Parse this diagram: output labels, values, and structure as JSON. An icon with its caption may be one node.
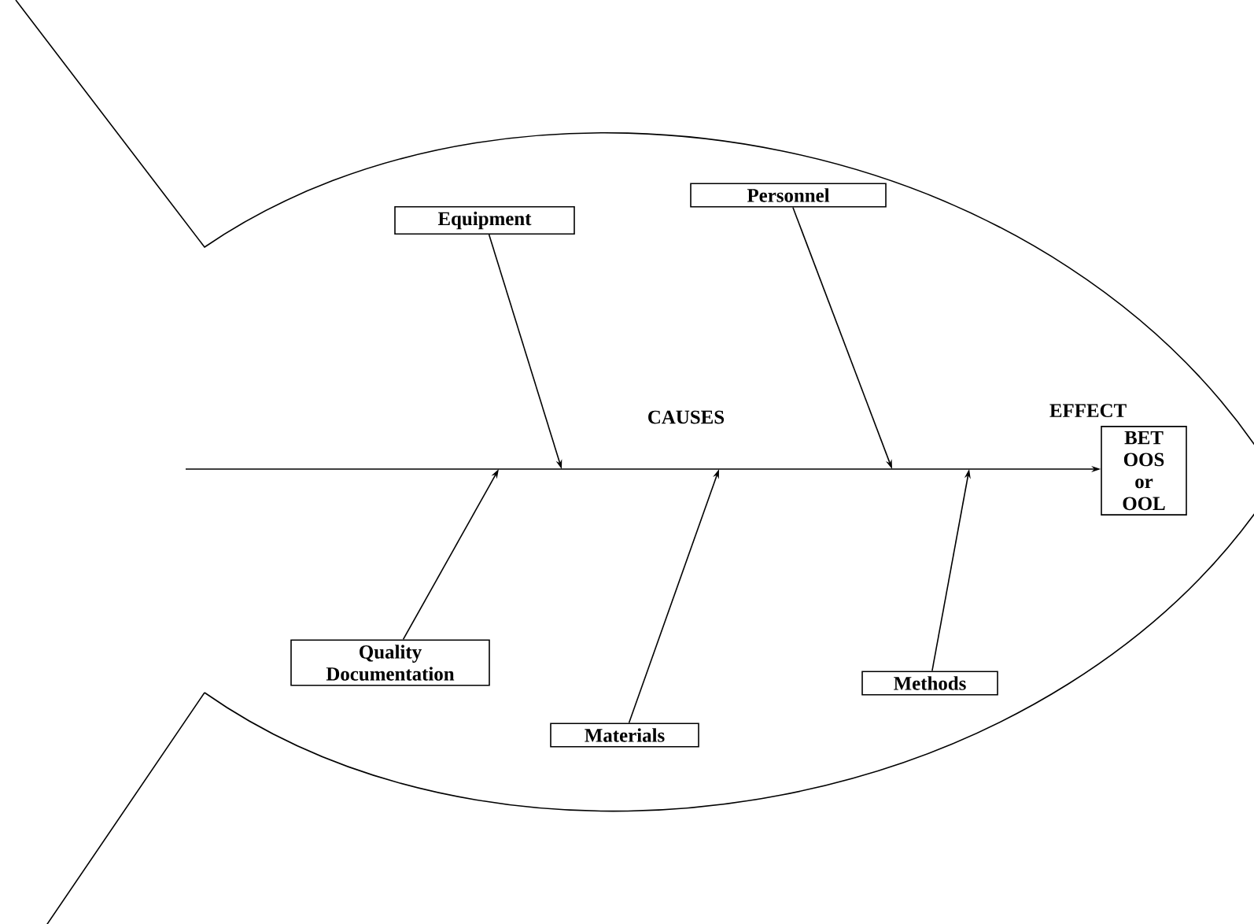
{
  "diagram": {
    "nodes": [
      {
        "text": [
          "Equipment"
        ]
      },
      {
        "text": [
          "Personnel"
        ]
      },
      {
        "text": [
          "Quality Documentation"
        ]
      },
      {
        "text": [
          "Materials"
        ]
      },
      {
        "text": [
          "Methods"
        ]
      },
      {
        "text": [
          "EFFECT",
          "BET OOS or OOL"
        ]
      }
    ],
    "edges": [
      {
        "from": null,
        "to": 5,
        "arrow": "to"
      },
      {
        "from": 0,
        "to": null,
        "arrow": "to"
      },
      {
        "from": 1,
        "to": null,
        "arrow": "to"
      },
      {
        "from": 2,
        "to": null,
        "arrow": "to"
      },
      {
        "from": 3,
        "to": null,
        "arrow": "to"
      },
      {
        "from": 4,
        "to": null,
        "arrow": "to"
      }
    ],
    "labels": [
      "CAUSES"
    ]
  }
}
